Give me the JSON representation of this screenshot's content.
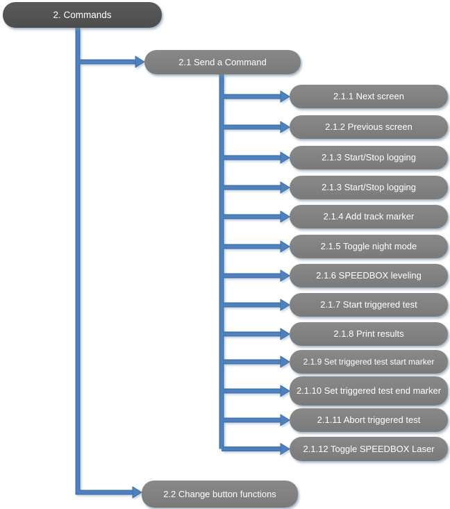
{
  "colors": {
    "canvas": "#FFFFFF",
    "root_fill": "#525252",
    "node_fill": "#7F7F7F",
    "connector": "#4E81BD",
    "connector_edge": "#3E6FA5",
    "label_text": "#FFFFFF"
  },
  "root": {
    "label": "2. Commands"
  },
  "branches": [
    {
      "label": "2.1 Send a Command"
    },
    {
      "label": "2.2 Change button functions"
    }
  ],
  "commands": [
    {
      "label": "2.1.1 Next screen"
    },
    {
      "label": "2.1.2 Previous screen"
    },
    {
      "label": "2.1.3 Start/Stop logging"
    },
    {
      "label": "2.1.3 Start/Stop logging"
    },
    {
      "label": "2.1.4 Add track marker"
    },
    {
      "label": "2.1.5 Toggle night mode"
    },
    {
      "label": "2.1.6 SPEEDBOX leveling"
    },
    {
      "label": "2.1.7 Start triggered test"
    },
    {
      "label": "2.1.8 Print results"
    },
    {
      "label": "2.1.9 Set triggered test start marker"
    },
    {
      "label": "2.1.10 Set triggered test end marker"
    },
    {
      "label": "2.1.11 Abort triggered test"
    },
    {
      "label": "2.1.12 Toggle SPEEDBOX Laser"
    }
  ]
}
